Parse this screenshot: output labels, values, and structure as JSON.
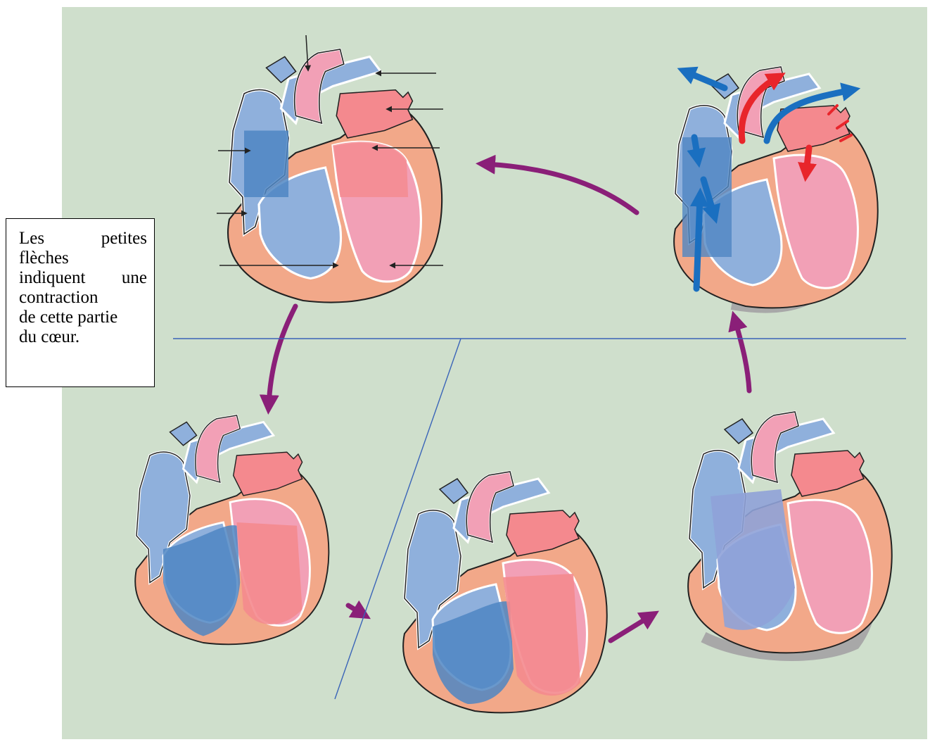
{
  "note": {
    "line1a": "Les",
    "line1b": "petites",
    "line2": "flèches",
    "line3a": "indiquent",
    "line3b": "une",
    "line4": "contraction",
    "line5": "de cette partie",
    "line6": "du cœur."
  },
  "colors": {
    "background": "#cfdfcc",
    "venous_blue": "#8fb0dc",
    "dark_blue": "#4f86c3",
    "arterial_pink": "#f2a0b6",
    "red_pink": "#f4898e",
    "muscle": "#f2a889",
    "shadow": "#a8a8a8",
    "cycle_arrow": "#8a1f78",
    "divider_line": "#3a64b8",
    "flow_blue": "#1a6fc0",
    "flow_red": "#e8252b"
  }
}
